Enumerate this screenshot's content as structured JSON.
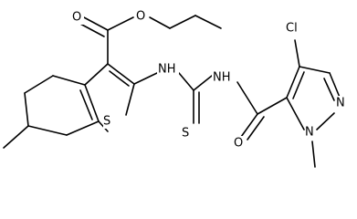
{
  "colors": {
    "background": "#ffffff",
    "ink": "#000000"
  },
  "atoms": {
    "o_carbonyl_ester": "O",
    "o_ether_ester": "O",
    "nh_left": "NH",
    "nh_right": "NH",
    "s_thiophene": "S",
    "s_thione": "S",
    "cl": "Cl",
    "n_pyrazole_1": "N",
    "n_pyrazole_2": "N",
    "o_amide": "O"
  }
}
